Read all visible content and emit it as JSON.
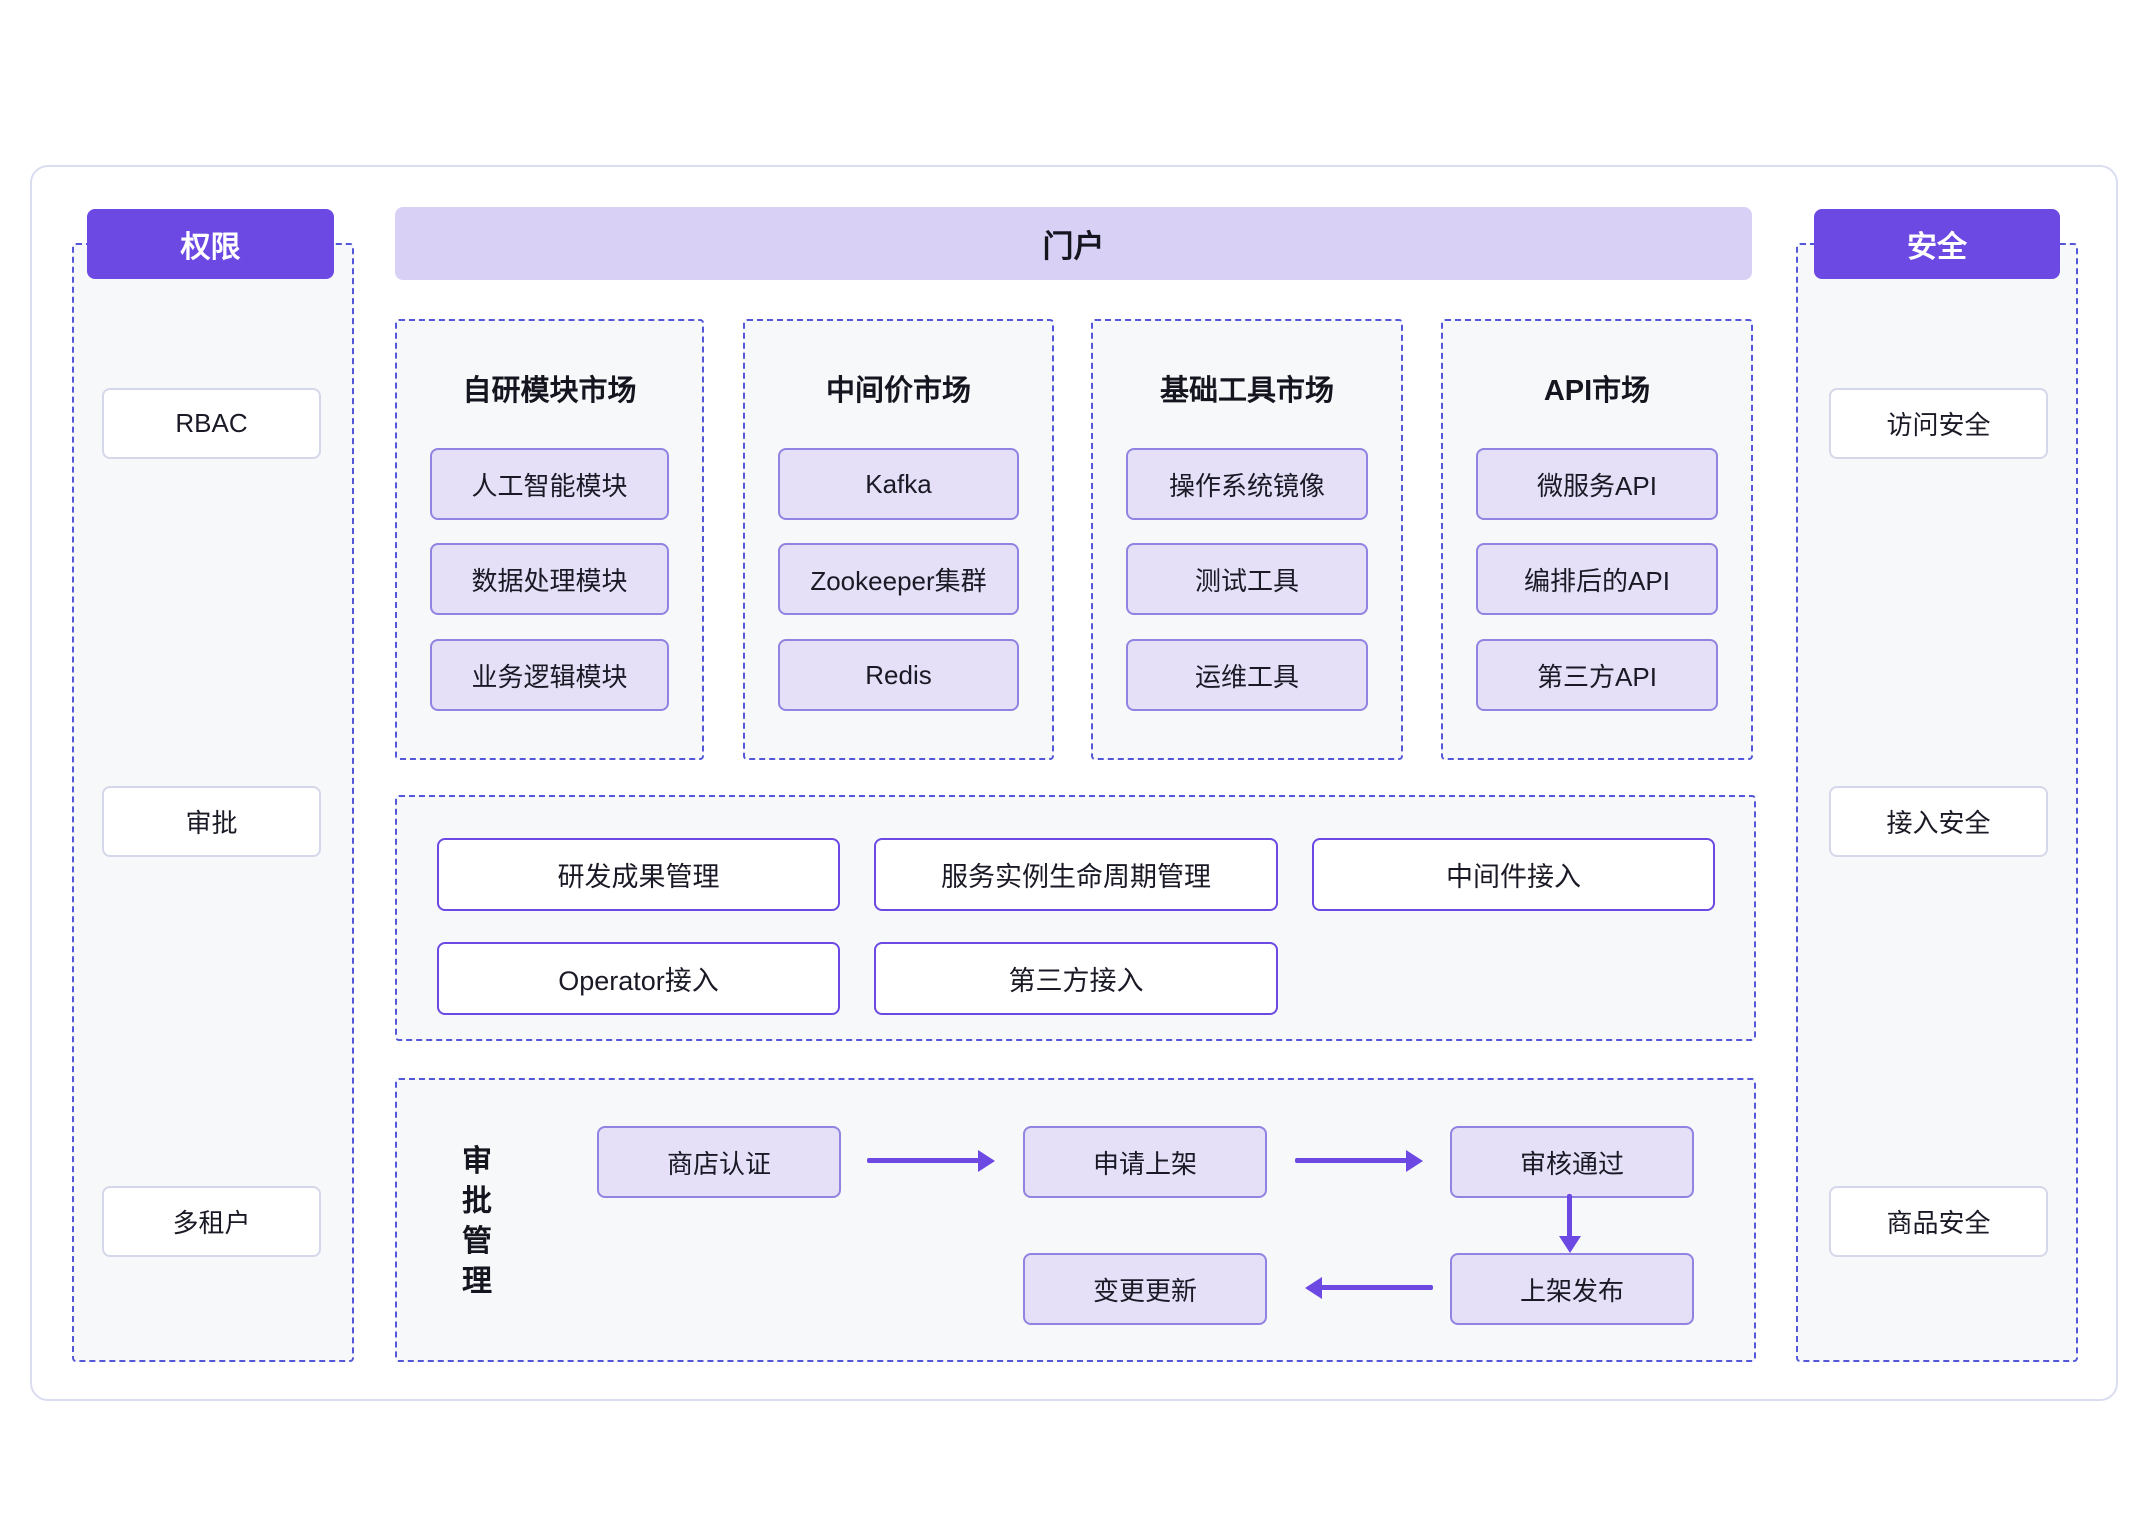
{
  "left_panel": {
    "header": "权限",
    "items": [
      "RBAC",
      "审批",
      "多租户"
    ]
  },
  "portal": {
    "header": "门户"
  },
  "markets": [
    {
      "title": "自研模块市场",
      "items": [
        "人工智能模块",
        "数据处理模块",
        "业务逻辑模块"
      ]
    },
    {
      "title": "中间价市场",
      "items": [
        "Kafka",
        "Zookeeper集群",
        "Redis"
      ]
    },
    {
      "title": "基础工具市场",
      "items": [
        "操作系统镜像",
        "测试工具",
        "运维工具"
      ]
    },
    {
      "title": "API市场",
      "items": [
        "微服务API",
        "编排后的API",
        "第三方API"
      ]
    }
  ],
  "management": {
    "row1": [
      "研发成果管理",
      "服务实例生命周期管理",
      "中间件接入"
    ],
    "row2": [
      "Operator接入",
      "第三方接入"
    ]
  },
  "approval_flow": {
    "label": "审批管理",
    "steps": [
      "商店认证",
      "申请上架",
      "审核通过",
      "上架发布",
      "变更更新"
    ]
  },
  "right_panel": {
    "header": "安全",
    "items": [
      "访问安全",
      "接入安全",
      "商品安全"
    ]
  },
  "colors": {
    "accent": "#6C49E2",
    "banner_fill": "#D8D0F5",
    "chip_fill": "#E5E0F7",
    "chip_border": "#9083E2",
    "dashed_border": "#5357D8",
    "panel_fill": "#F7F8FA",
    "text_dark": "#1A1A26"
  }
}
